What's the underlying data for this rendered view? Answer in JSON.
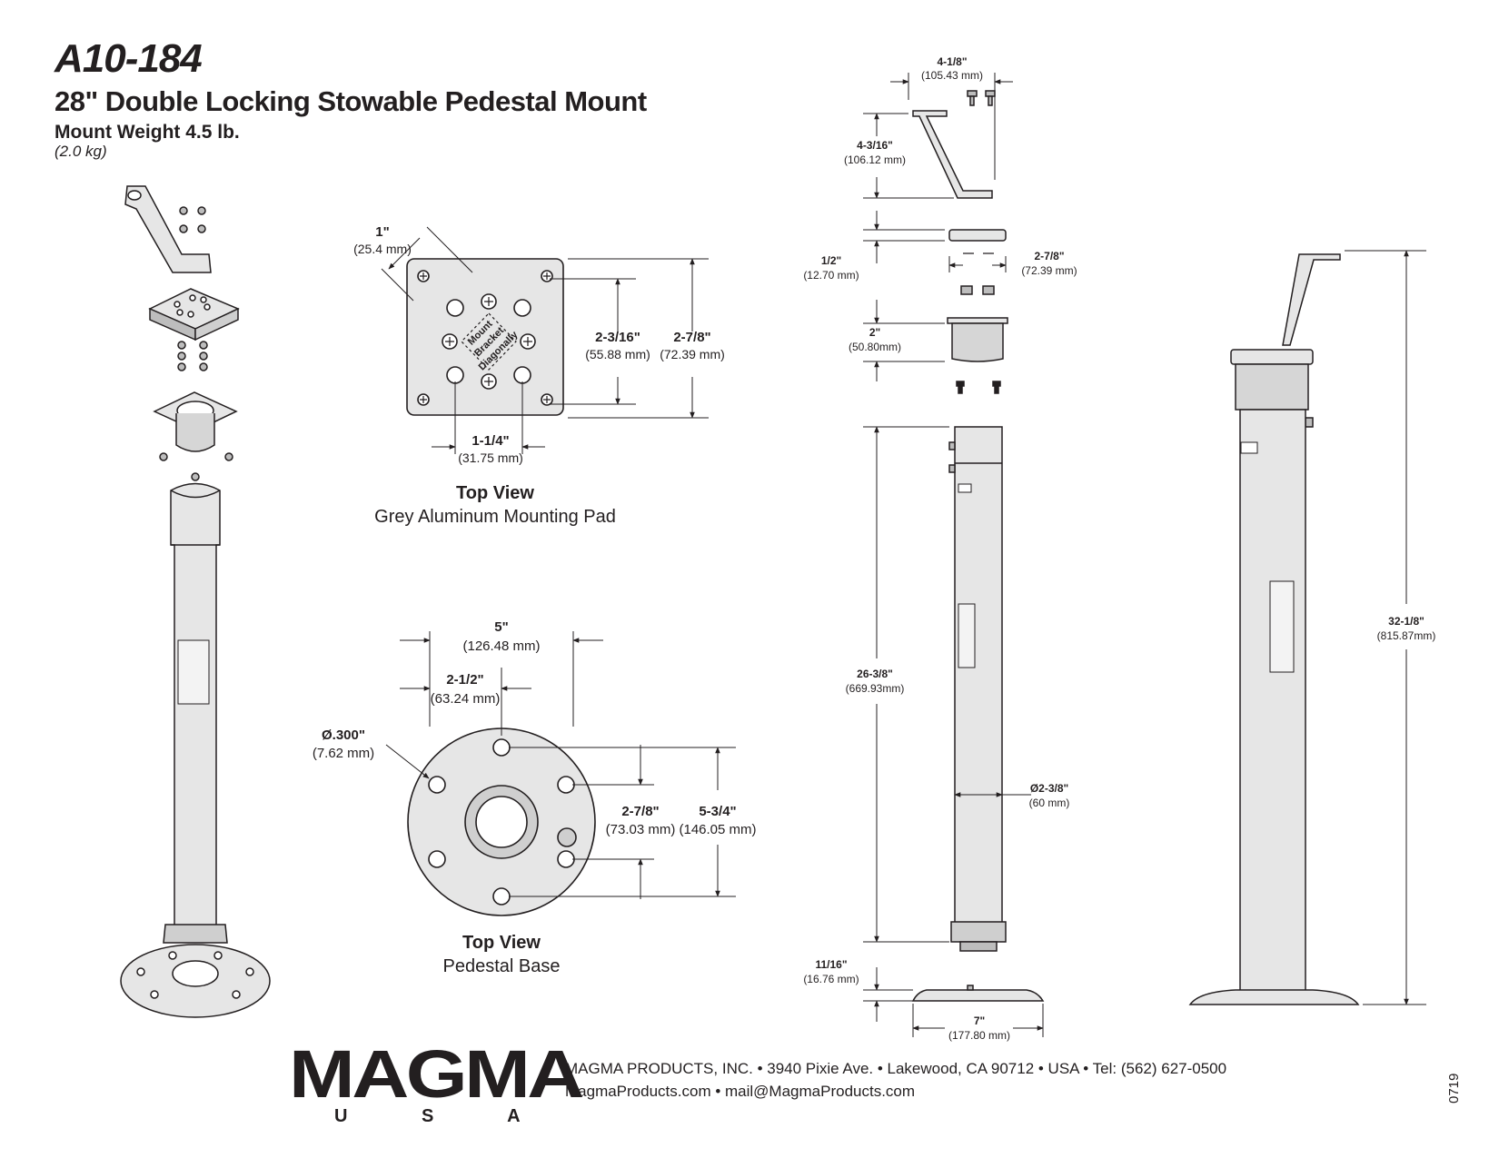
{
  "header": {
    "model": "A10-184",
    "title": "28\" Double Locking Stowable Pedestal Mount",
    "weight": "Mount Weight 4.5 lb.",
    "weight_kg": "(2.0 kg)"
  },
  "mounting_pad": {
    "caption_title": "Top View",
    "caption_sub": "Grey Aluminum Mounting Pad",
    "diag_in": "1\"",
    "diag_mm": "(25.4 mm)",
    "inner_in": "2-3/16\"",
    "inner_mm": "(55.88 mm)",
    "outer_in": "2-7/8\"",
    "outer_mm": "(72.39 mm)",
    "spacing_in": "1-1/4\"",
    "spacing_mm": "(31.75 mm)",
    "label_line1": "Mount",
    "label_line2": "Bracket",
    "label_line3": "Diagonally"
  },
  "pedestal_base": {
    "caption_title": "Top View",
    "caption_sub": "Pedestal Base",
    "width_in": "5\"",
    "width_mm": "(126.48 mm)",
    "half_in": "2-1/2\"",
    "half_mm": "(63.24 mm)",
    "hole_in": "Ø.300\"",
    "hole_mm": "(7.62 mm)",
    "inner_in": "2-7/8\"",
    "inner_mm": "(73.03 mm)",
    "outer_in": "5-3/4\"",
    "outer_mm": "(146.05 mm)"
  },
  "exploded_dims": {
    "bracket_w_in": "4-1/8\"",
    "bracket_w_mm": "(105.43 mm)",
    "bracket_h_in": "4-3/16\"",
    "bracket_h_mm": "(106.12 mm)",
    "pad_in": "1/2\"",
    "pad_mm": "(12.70 mm)",
    "pad_w_in": "2-7/8\"",
    "pad_w_mm": "(72.39 mm)",
    "sleeve_in": "2\"",
    "sleeve_mm": "(50.80mm)",
    "tube_in": "26-3/8\"",
    "tube_mm": "(669.93mm)",
    "dia_in": "Ø2-3/8\"",
    "dia_mm": "(60 mm)",
    "base_h_in": "11/16\"",
    "base_h_mm": "(16.76 mm)",
    "base_w_in": "7\"",
    "base_w_mm": "(177.80 mm)",
    "total_in": "32-1/8\"",
    "total_mm": "(815.87mm)"
  },
  "footer": {
    "logo": "MAGMA",
    "logo_sub": "U S A",
    "address": "MAGMA PRODUCTS, INC. • 3940 Pixie Ave. • Lakewood, CA 90712 • USA • Tel: (562) 627-0500",
    "web": "MagmaProducts.com • mail@MagmaProducts.com",
    "code": "0719"
  },
  "colors": {
    "ink": "#231f20",
    "metal": "#e6e6e6",
    "metal_dark": "#bdbdbd"
  }
}
